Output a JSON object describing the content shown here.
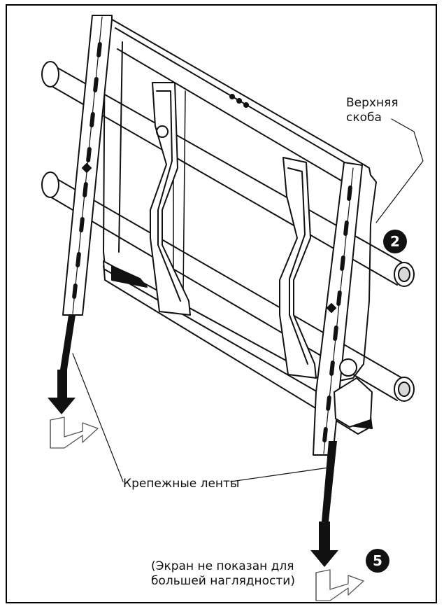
{
  "labels": {
    "top_bracket_line1": "Верхняя",
    "top_bracket_line2": "скоба",
    "straps": "Крепежные ленты",
    "note_line1": "(Экран не показан для",
    "note_line2": "большей наглядности)"
  },
  "steps": {
    "step_a": "2",
    "step_b": "5"
  },
  "colors": {
    "ink": "#111111",
    "paper": "#ffffff",
    "shade": "#d9d9d9"
  }
}
